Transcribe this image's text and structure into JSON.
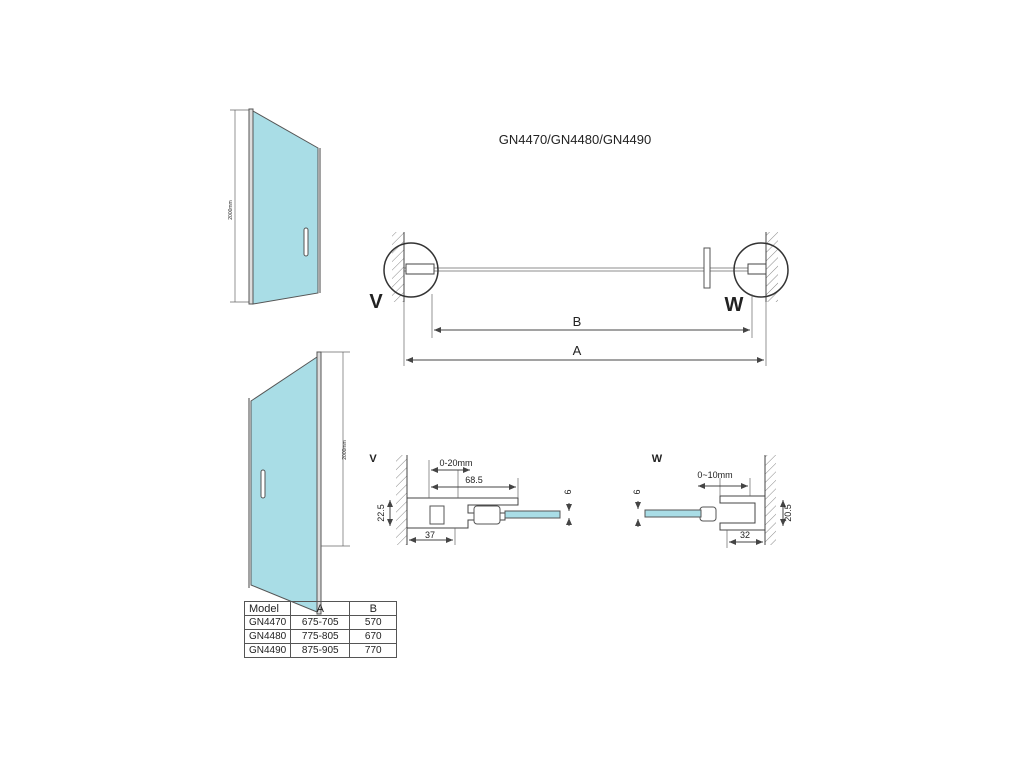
{
  "title": "GN4470/GN4480/GN4490",
  "plan": {
    "label_v": "V",
    "label_w": "W",
    "dim_b": "B",
    "dim_a": "A"
  },
  "detail_v": {
    "label": "V",
    "adjust": "0-20mm",
    "width": "68.5",
    "glass": "6",
    "height": "22.5",
    "depth": "37"
  },
  "detail_w": {
    "label": "W",
    "adjust": "0~10mm",
    "glass": "6",
    "height": "20.5",
    "depth": "32"
  },
  "table": {
    "headers": [
      "Model",
      "A",
      "B"
    ],
    "rows": [
      [
        "GN4470",
        "675-705",
        "570"
      ],
      [
        "GN4480",
        "775-805",
        "670"
      ],
      [
        "GN4490",
        "875-905",
        "770"
      ]
    ]
  },
  "colors": {
    "glass": "#a9dde6",
    "line": "#444444"
  }
}
